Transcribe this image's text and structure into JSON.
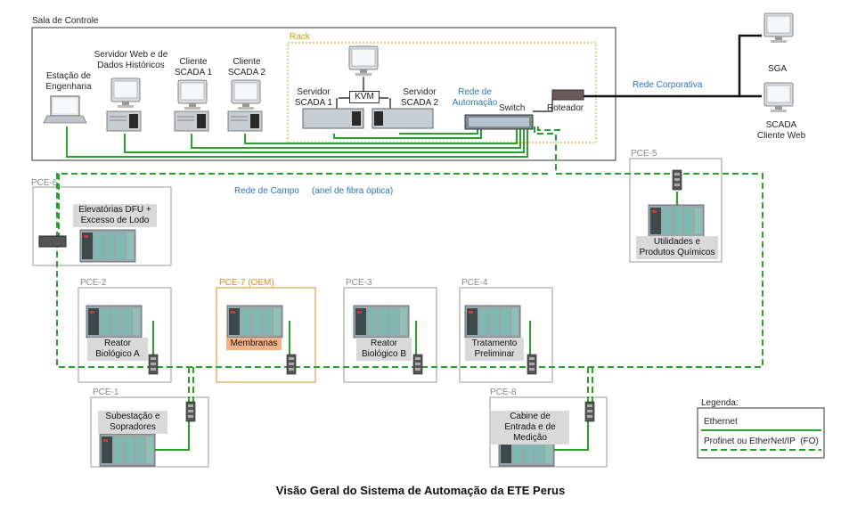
{
  "caption": "Visão Geral do Sistema de Automação da ETE Perus",
  "control_room": {
    "title": "Sala de Controle",
    "rack_label": "Rack",
    "engineering_station": "Estação de Engenharia",
    "web_server": "Servidor Web e de Dados Históricos",
    "client1": "Cliente SCADA 1",
    "client2": "Cliente SCADA 2",
    "scada_server1": "Servidor SCADA 1",
    "scada_server2": "Servidor SCADA 2",
    "kvm": "KVM",
    "automation_net": "Rede de Automação",
    "switch": "Switch",
    "router": "Roteador"
  },
  "corporate": {
    "net_label": "Rede Corporativa",
    "sga": "SGA",
    "scada_web": "SCADA Cliente Web"
  },
  "field": {
    "net_label": "Rede de Campo",
    "ring_label": "(anel de fibra óptica)"
  },
  "panels": {
    "pce6": {
      "id": "PCE-6",
      "name": "Elevatórias DFU + Excesso de Lodo"
    },
    "pce5": {
      "id": "PCE-5",
      "name": "Utilidades e Produtos Químicos"
    },
    "pce2": {
      "id": "PCE-2",
      "name": "Reator Biológico A"
    },
    "pce7": {
      "id": "PCE-7 (OEM)",
      "name": "Membranas"
    },
    "pce3": {
      "id": "PCE-3",
      "name": "Reator Biológico B"
    },
    "pce4": {
      "id": "PCE-4",
      "name": "Tratamento Preliminar"
    },
    "pce1": {
      "id": "PCE-1",
      "name": "Subestação e Sopradores"
    },
    "pce8": {
      "id": "PCE-8",
      "name": "Cabine de Entrada e de Medição"
    }
  },
  "legend": {
    "title": "Legenda:",
    "ethernet": "Ethernet",
    "profinet": "Profinet ou EtherNet/IP  (FO)"
  },
  "colors": {
    "ethernet": "#2ca02c",
    "fiber": "#2ca02c",
    "rack_border": "#c8a000",
    "pce7_border": "#e08a1e",
    "membranas_tag": "#f4b183"
  }
}
